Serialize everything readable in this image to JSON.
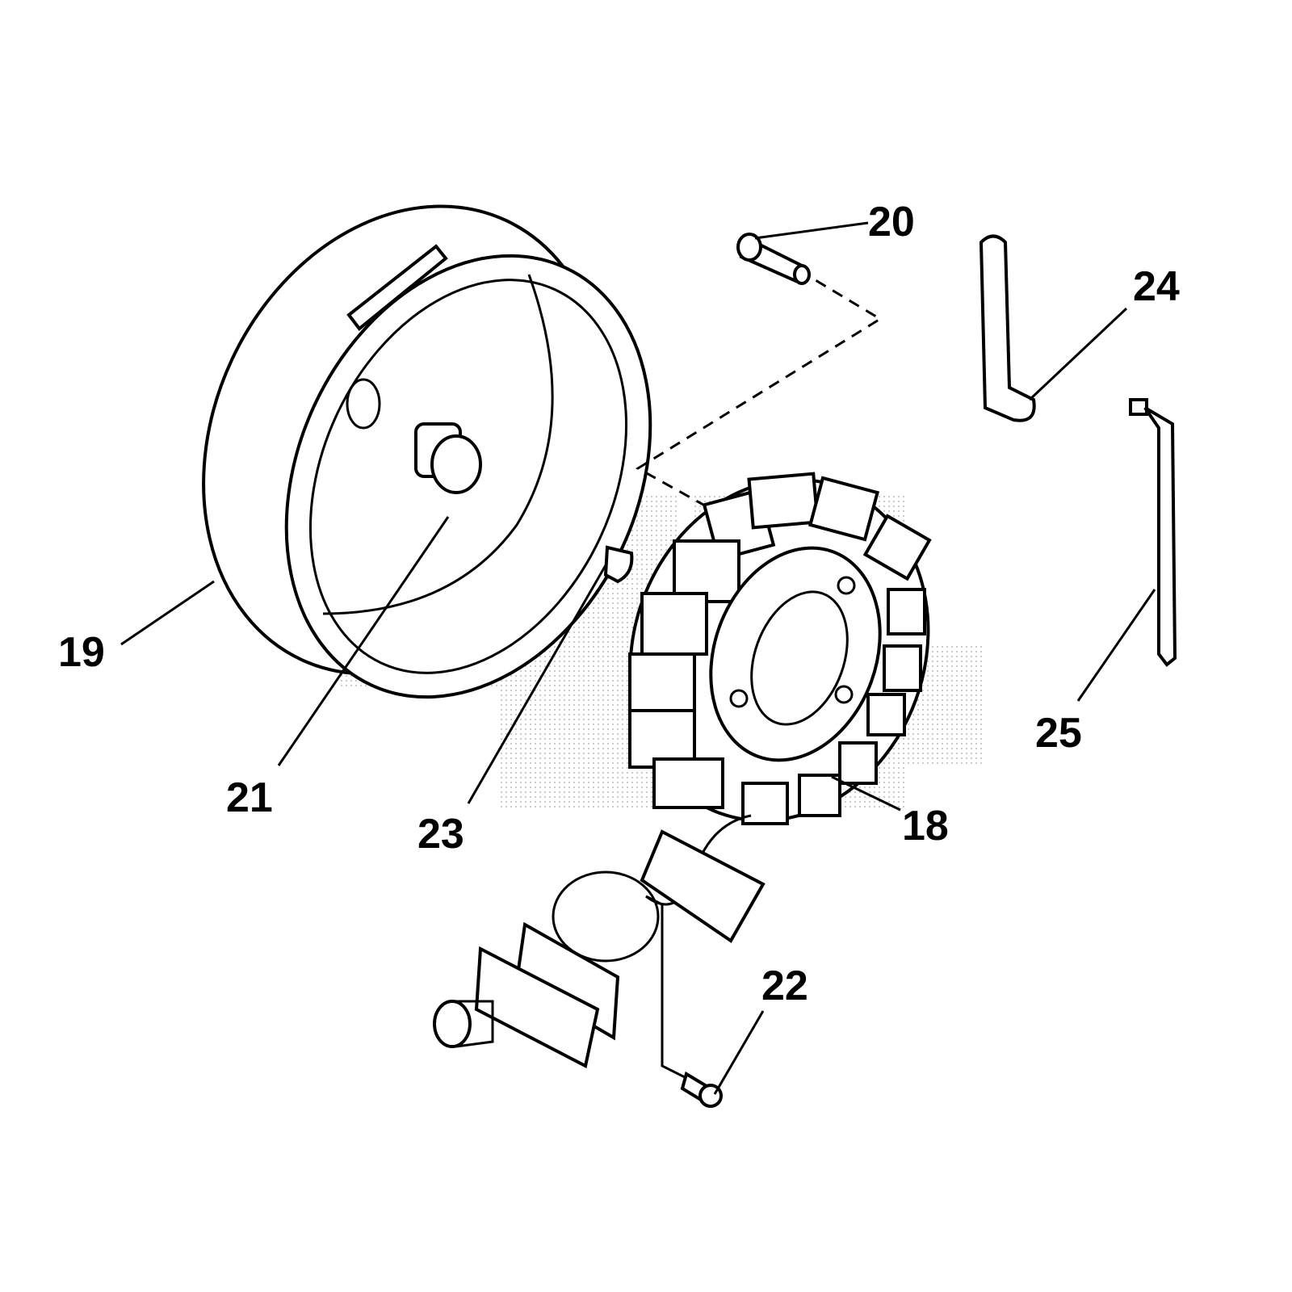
{
  "diagram": {
    "callouts": [
      {
        "id": "18",
        "part": "stator"
      },
      {
        "id": "19",
        "part": "flywheel"
      },
      {
        "id": "20",
        "part": "bolt"
      },
      {
        "id": "21",
        "part": "flywheel-nut"
      },
      {
        "id": "22",
        "part": "screw"
      },
      {
        "id": "23",
        "part": "woodruff-key"
      },
      {
        "id": "24",
        "part": "wire-clip"
      },
      {
        "id": "25",
        "part": "cable-tie"
      }
    ]
  }
}
